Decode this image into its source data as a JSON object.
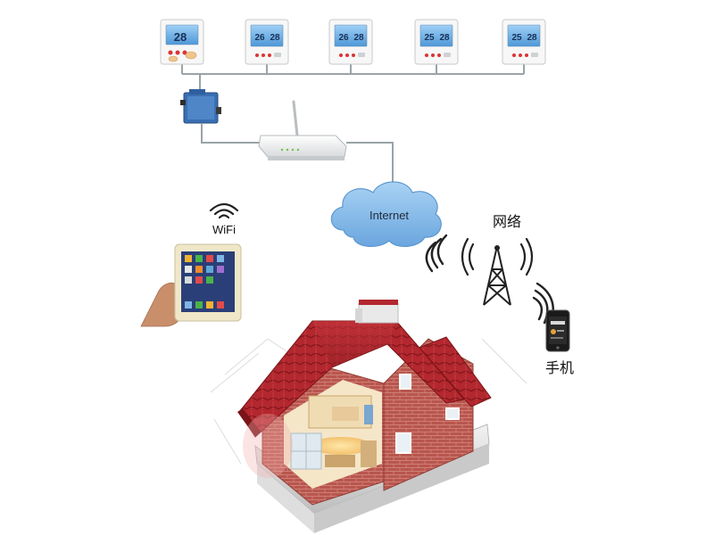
{
  "diagram": {
    "thermostats": [
      {
        "display_set": "28",
        "display_room": ""
      },
      {
        "display_set": "26",
        "display_room": "28"
      },
      {
        "display_set": "26",
        "display_room": "28"
      },
      {
        "display_set": "25",
        "display_room": "28"
      },
      {
        "display_set": "25",
        "display_room": "28"
      }
    ],
    "labels": {
      "internet": "Internet",
      "wifi": "WiFi",
      "network": "网络",
      "mobile_phone": "手机"
    },
    "colors": {
      "bus_line": "#9aa3a8",
      "cloud": "#7fb6e6",
      "roof": "#b5272e",
      "brick": "#b5504a",
      "converter": "#3a6fb3"
    }
  }
}
